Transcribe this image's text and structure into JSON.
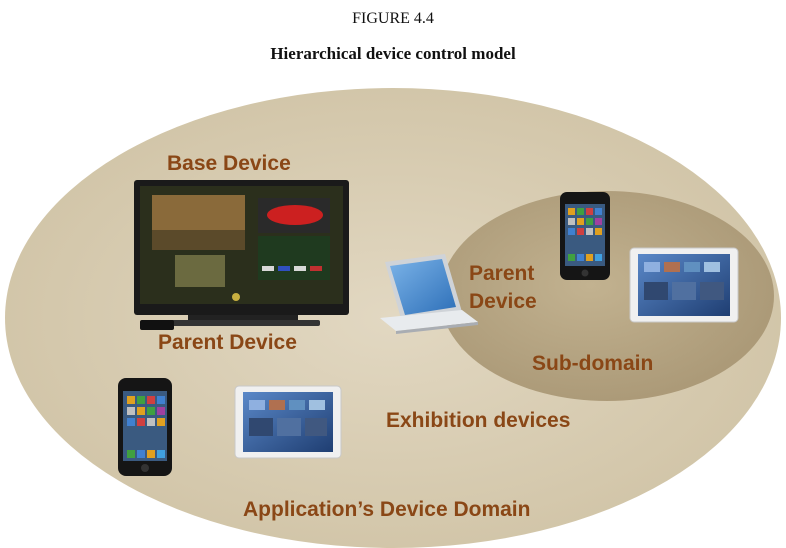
{
  "figure": {
    "number": "FIGURE 4.4",
    "title": "Hierarchical device control model"
  },
  "diagram": {
    "base_device_label": "Base Device",
    "parent_device_label": "Parent Device",
    "parent_device_sub_label_line1": "Parent",
    "parent_device_sub_label_line2": "Device",
    "sub_domain_label": "Sub-domain",
    "exhibition_devices_label": "Exhibition devices",
    "app_domain_label": "Application’s Device Domain"
  },
  "colors": {
    "outer_domain": "#d9ceb6",
    "sub_domain": "#b6a583",
    "label_text": "#8a4716",
    "tv_frame": "#1a1a1a"
  },
  "icons": [
    "tv-icon",
    "smartphone-icon",
    "tablet-icon",
    "laptop-icon",
    "set-top-box-icon"
  ]
}
